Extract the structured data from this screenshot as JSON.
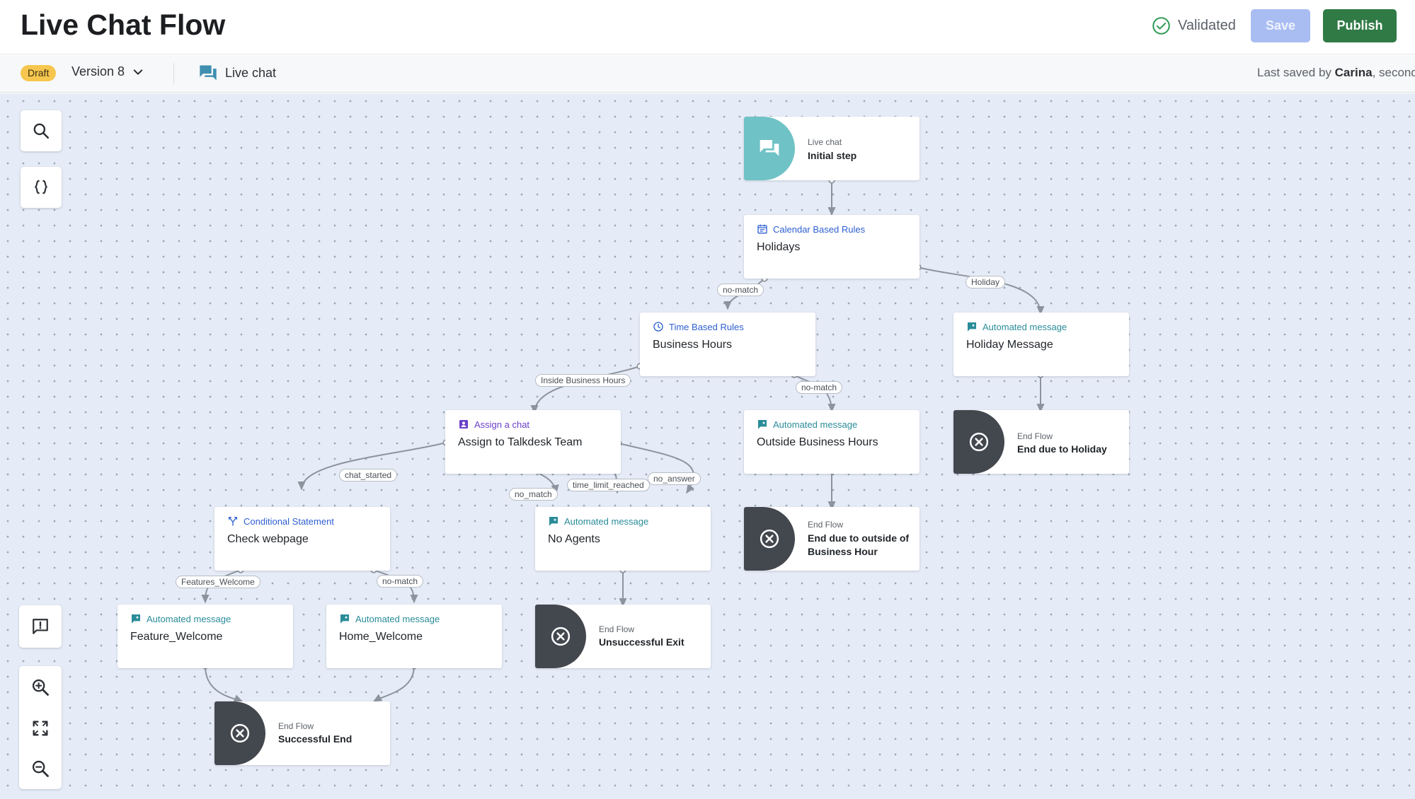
{
  "header": {
    "title": "Live Chat Flow",
    "validated_label": "Validated",
    "save_label": "Save",
    "publish_label": "Publish"
  },
  "subbar": {
    "status_badge": "Draft",
    "version_label": "Version 8",
    "channel_label": "Live chat",
    "last_saved_prefix": "Last saved by",
    "last_saved_user": "Carina",
    "last_saved_suffix": ", second"
  },
  "colors": {
    "publish": "#2f7a45",
    "save_disabled": "#a9bdf2",
    "draft_badge": "#f6c64f",
    "start_node": "#6fc2c6",
    "end_node": "#43474e",
    "canvas": "#e6ecf7"
  },
  "toolbar_icons": [
    "search-icon",
    "variables-braces-icon",
    "feedback-icon",
    "zoom-in-icon",
    "fit-to-screen-icon",
    "zoom-out-icon"
  ],
  "nodes": {
    "start": {
      "category": "Live chat",
      "name": "Initial step"
    },
    "holidays": {
      "category": "Calendar Based Rules",
      "name": "Holidays"
    },
    "business_hours": {
      "category": "Time Based Rules",
      "name": "Business Hours"
    },
    "holiday_message": {
      "category": "Automated message",
      "name": "Holiday Message"
    },
    "assign_chat": {
      "category": "Assign a chat",
      "name": "Assign to Talkdesk Team"
    },
    "outside_hours": {
      "category": "Automated message",
      "name": "Outside Business Hours"
    },
    "end_holiday": {
      "category": "End Flow",
      "name": "End due to Holiday"
    },
    "check_webpage": {
      "category": "Conditional Statement",
      "name": "Check webpage"
    },
    "no_agents": {
      "category": "Automated message",
      "name": "No Agents"
    },
    "end_outside": {
      "category": "End Flow",
      "name_line1": "End due to outside of",
      "name_line2": "Business Hour"
    },
    "feature_welcome": {
      "category": "Automated message",
      "name": "Feature_Welcome"
    },
    "home_welcome": {
      "category": "Automated message",
      "name": "Home_Welcome"
    },
    "end_unsuccessful": {
      "category": "End Flow",
      "name": "Unsuccessful Exit"
    },
    "end_successful": {
      "category": "End Flow",
      "name": "Successful End"
    }
  },
  "edge_labels": {
    "holidays_nomatch": "no-match",
    "holidays_holiday": "Holiday",
    "inside_business_hours": "Inside Business Hours",
    "business_nomatch": "no-match",
    "chat_started": "chat_started",
    "no_match_assign": "no_match",
    "time_limit_reached": "time_limit_reached",
    "no_answer": "no_answer",
    "features_welcome": "Features_Welcome",
    "check_nomatch": "no-match"
  }
}
